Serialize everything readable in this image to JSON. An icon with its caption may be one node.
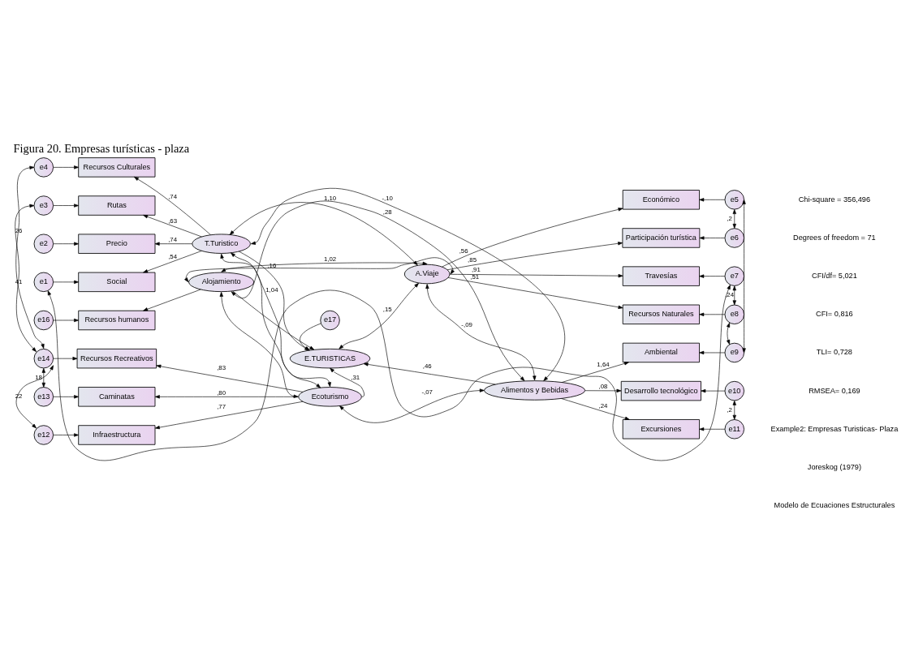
{
  "diagram": {
    "title": "Figura 20. Empresas turísticas - plaza",
    "nodes": [
      {
        "text": [
          "e4"
        ]
      },
      {
        "text": [
          "Recursos Culturales"
        ]
      },
      {
        "text": [
          "e3"
        ]
      },
      {
        "text": [
          "Rutas"
        ]
      },
      {
        "text": [
          "e2"
        ]
      },
      {
        "text": [
          "Precio"
        ]
      },
      {
        "text": [
          "e1"
        ]
      },
      {
        "text": [
          "Social"
        ]
      },
      {
        "text": [
          "T.Turistico"
        ]
      },
      {
        "text": [
          "A.Viaje"
        ]
      },
      {
        "text": [
          "Económico"
        ]
      },
      {
        "text": [
          "e5"
        ]
      },
      {
        "text": [
          "Participación turística"
        ]
      },
      {
        "text": [
          "e6"
        ]
      },
      {
        "text": [
          "Travesías"
        ]
      },
      {
        "text": [
          "e7"
        ]
      },
      {
        "text": [
          "Recursos Naturales"
        ]
      },
      {
        "text": [
          "e8"
        ]
      },
      {
        "text": [
          "e17"
        ]
      },
      {
        "text": [
          "E.TURISTICAS"
        ]
      },
      {
        "text": [
          "e16"
        ]
      },
      {
        "text": [
          "Recursos humanos"
        ]
      },
      {
        "text": [
          "Ambiental"
        ]
      },
      {
        "text": [
          "e9"
        ]
      },
      {
        "text": [
          "Alimentos y Bebidas"
        ]
      },
      {
        "text": [
          "Desarrollo tecnológico"
        ]
      },
      {
        "text": [
          "e10"
        ]
      },
      {
        "text": [
          "Excursiones"
        ]
      },
      {
        "text": [
          "e11"
        ]
      },
      {
        "text": [
          "Alojamiento"
        ]
      },
      {
        "text": [
          "e14"
        ]
      },
      {
        "text": [
          "Recursos Recreativos"
        ]
      },
      {
        "text": [
          "e13"
        ]
      },
      {
        "text": [
          "Caminatas"
        ]
      },
      {
        "text": [
          "e12"
        ]
      },
      {
        "text": [
          "Infraestructura"
        ]
      },
      {
        "text": [
          "Ecoturismo"
        ]
      }
    ],
    "edges": [
      {
        "from": 0,
        "to": 1,
        "arrow": "to"
      },
      {
        "from": 2,
        "to": 3,
        "arrow": "to"
      },
      {
        "from": 4,
        "to": 5,
        "arrow": "to"
      },
      {
        "from": 6,
        "to": 7,
        "arrow": "to"
      },
      {
        "from": 8,
        "to": 1,
        "arrow": "to",
        "label": ",74"
      },
      {
        "from": 8,
        "to": 3,
        "arrow": "to",
        "label": ",63"
      },
      {
        "from": 8,
        "to": 5,
        "arrow": "to",
        "label": ",74"
      },
      {
        "from": 8,
        "to": 7,
        "arrow": "to",
        "label": ",54"
      },
      {
        "from": 8,
        "to": 9,
        "arrow": "both",
        "label": "1,10"
      },
      {
        "from": 9,
        "to": 10,
        "arrow": "to",
        "label": ",56"
      },
      {
        "from": 9,
        "to": 12,
        "arrow": "to",
        "label": ",85"
      },
      {
        "from": 9,
        "to": 14,
        "arrow": "to",
        "label": ",91"
      },
      {
        "from": 9,
        "to": 16,
        "arrow": "to",
        "label": ",51"
      },
      {
        "from": 11,
        "to": 10,
        "arrow": "to"
      },
      {
        "from": 13,
        "to": 12,
        "arrow": "to"
      },
      {
        "from": 15,
        "to": 14,
        "arrow": "to"
      },
      {
        "from": 17,
        "to": 16,
        "arrow": "to"
      },
      {
        "from": 11,
        "to": 13,
        "arrow": "both",
        "label": ",2"
      },
      {
        "from": 15,
        "to": 17,
        "arrow": "both",
        "label": ",24"
      },
      {
        "from": 11,
        "to": 23,
        "arrow": "both"
      },
      {
        "from": 17,
        "to": 23,
        "arrow": "both"
      },
      {
        "from": 6,
        "to": 15,
        "arrow": "both"
      },
      {
        "from": 8,
        "to": 19,
        "arrow": "to",
        "label": ",16"
      },
      {
        "from": 18,
        "to": 19,
        "arrow": "to"
      },
      {
        "from": 9,
        "to": 19,
        "arrow": "both",
        "label": ",15"
      },
      {
        "from": 8,
        "to": 24,
        "arrow": "both",
        "label": "-,10"
      },
      {
        "from": 9,
        "to": 24,
        "arrow": "both",
        "label": "-,09"
      },
      {
        "from": 9,
        "to": 29,
        "arrow": "both",
        "label": "1,02"
      },
      {
        "from": 9,
        "to": 29,
        "arrow": "both"
      },
      {
        "from": 8,
        "to": 36,
        "arrow": "both",
        "label": "1,04"
      },
      {
        "from": 8,
        "to": 36,
        "arrow": "both"
      },
      {
        "from": 29,
        "to": 19,
        "arrow": "to"
      },
      {
        "from": 20,
        "to": 21,
        "arrow": "to"
      },
      {
        "from": 29,
        "to": 21,
        "arrow": "to"
      },
      {
        "from": 29,
        "to": 24,
        "arrow": "both",
        "label": ",28"
      },
      {
        "from": 24,
        "to": 19,
        "arrow": "to",
        "label": ",46"
      },
      {
        "from": 36,
        "to": 19,
        "arrow": "to",
        "label": ",31"
      },
      {
        "from": 24,
        "to": 36,
        "arrow": "both",
        "label": "-,07"
      },
      {
        "from": 29,
        "to": 36,
        "arrow": "both"
      },
      {
        "from": 24,
        "to": 22,
        "arrow": "to",
        "label": "1,64"
      },
      {
        "from": 24,
        "to": 25,
        "arrow": "to",
        "label": ",08"
      },
      {
        "from": 24,
        "to": 27,
        "arrow": "to",
        "label": ",24"
      },
      {
        "from": 23,
        "to": 22,
        "arrow": "to"
      },
      {
        "from": 26,
        "to": 25,
        "arrow": "to"
      },
      {
        "from": 28,
        "to": 27,
        "arrow": "to"
      },
      {
        "from": 26,
        "to": 28,
        "arrow": "both",
        "label": ",2"
      },
      {
        "from": 36,
        "to": 31,
        "arrow": "to",
        "label": ",83"
      },
      {
        "from": 36,
        "to": 33,
        "arrow": "to",
        "label": ",80"
      },
      {
        "from": 36,
        "to": 35,
        "arrow": "to",
        "label": ",77"
      },
      {
        "from": 30,
        "to": 31,
        "arrow": "to"
      },
      {
        "from": 32,
        "to": 33,
        "arrow": "to"
      },
      {
        "from": 34,
        "to": 35,
        "arrow": "to"
      },
      {
        "from": 0,
        "to": 30,
        "arrow": "both",
        "label": "26"
      },
      {
        "from": 2,
        "to": 30,
        "arrow": "both",
        "label": "41"
      },
      {
        "from": 30,
        "to": 32,
        "arrow": "both",
        "label": "18"
      },
      {
        "from": 30,
        "to": 34,
        "arrow": "both",
        "label": "22"
      }
    ],
    "labels": [
      "Chi-square = 356,496",
      "Degrees of freedom = 71",
      "CFI/df= 5,021",
      "CFI= 0,816",
      "TLI= 0,728",
      "RMSEA= 0,169",
      "Example2: Empresas Turisticas- Plaza",
      "Joreskog (1979)",
      "Modelo de Ecuaciones Estructurales"
    ]
  }
}
